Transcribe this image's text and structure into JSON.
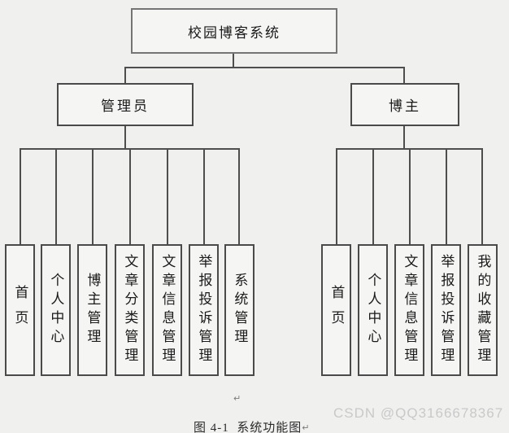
{
  "diagram": {
    "root_label": "校园博客系统",
    "branches": [
      {
        "label": "管理员",
        "children": [
          "首页",
          "个人中心",
          "博主管理",
          "文章分类管理",
          "文章信息管理",
          "举报投诉管理",
          "系统管理"
        ]
      },
      {
        "label": "博主",
        "children": [
          "首页",
          "个人中心",
          "文章信息管理",
          "举报投诉管理",
          "我的收藏管理"
        ]
      }
    ]
  },
  "caption": {
    "text": "图 4-1  系统功能图",
    "return_mark": "↵",
    "empty_paragraph_mark": "↵"
  },
  "watermark": {
    "text": "CSDN @QQ3166678367"
  },
  "colors": {
    "background": "#f0f0ef",
    "node_fill": "#f5f5f4",
    "node_border": "#4a4a4a",
    "connector_line": "#4e4e4e",
    "caption_text": "#2b2b2b",
    "watermark_text": "#c9c9c9"
  }
}
